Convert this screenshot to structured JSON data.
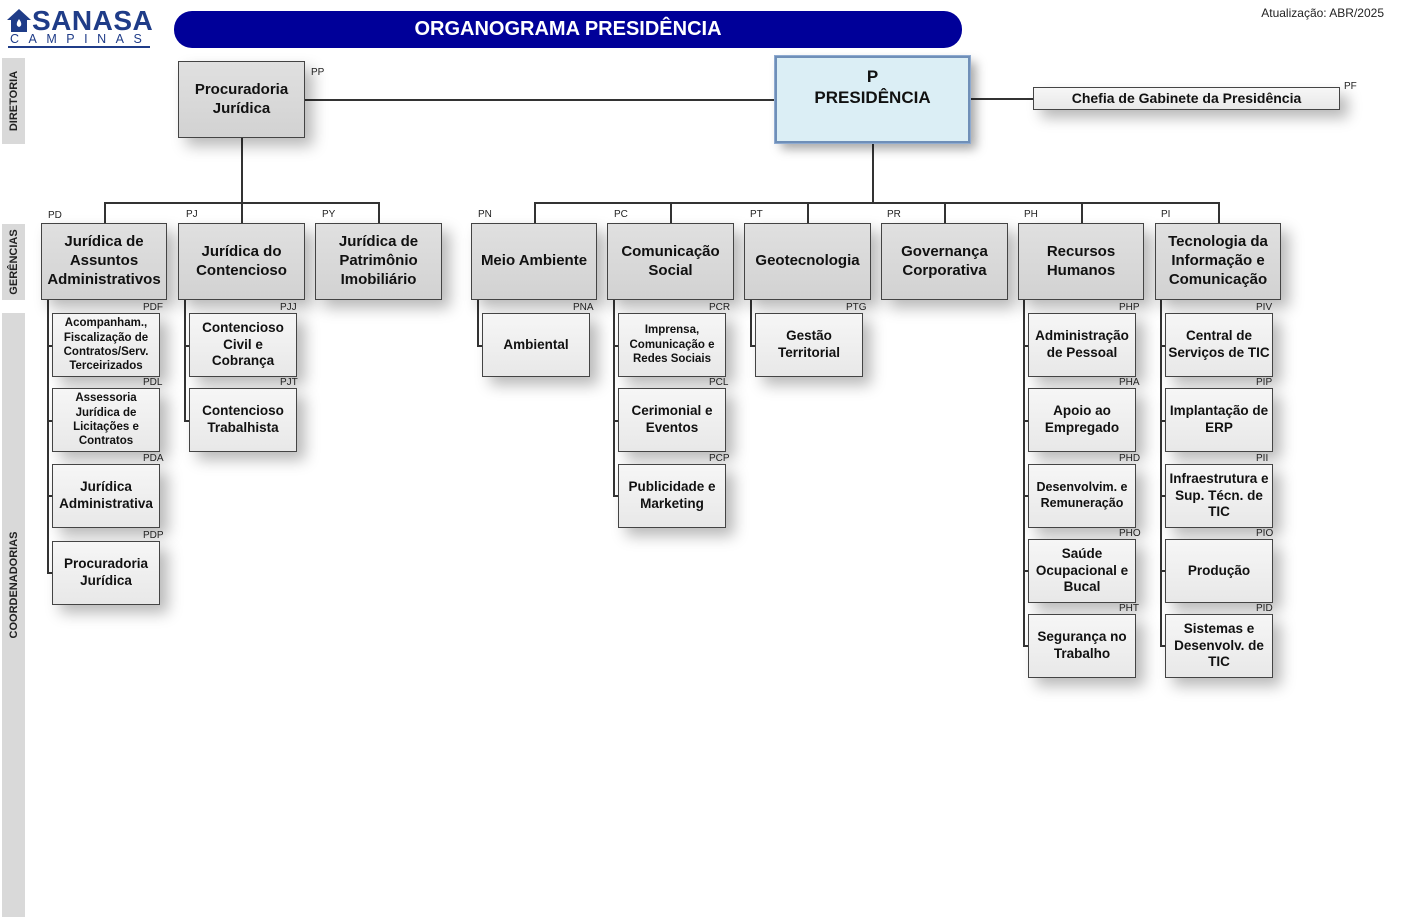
{
  "header": {
    "logo": {
      "name": "SANASA",
      "subtitle": "CAMPINAS",
      "color": "#1f3c88"
    },
    "title": "ORGANOGRAMA PRESIDÊNCIA",
    "title_bg": "#000099",
    "update": "Atualização: ABR/2025"
  },
  "levels": {
    "diretoria": "DIRETORIA",
    "gerencias": "GERÊNCIAS",
    "coordenadorias": "COORDENADORIAS"
  },
  "presidencia": {
    "code": "P",
    "name": "PRESIDÊNCIA"
  },
  "procuradoria": {
    "code": "PP",
    "name": "Procuradoria Jurídica"
  },
  "chefia": {
    "code": "PF",
    "name": "Chefia de Gabinete da Presidência"
  },
  "gerencias": [
    {
      "code": "PD",
      "name": "Jurídica de Assuntos Administrativos",
      "coords": [
        {
          "code": "PDF",
          "name": "Acompanham., Fiscalização de Contratos/Serv. Terceirizados"
        },
        {
          "code": "PDL",
          "name": "Assessoria Jurídica de Licitações e Contratos"
        },
        {
          "code": "PDA",
          "name": "Jurídica Administrativa"
        },
        {
          "code": "PDP",
          "name": "Procuradoria Jurídica"
        }
      ]
    },
    {
      "code": "PJ",
      "name": "Jurídica do Contencioso",
      "coords": [
        {
          "code": "PJJ",
          "name": "Contencioso Civil e Cobrança"
        },
        {
          "code": "PJT",
          "name": "Contencioso Trabalhista"
        }
      ]
    },
    {
      "code": "PY",
      "name": "Jurídica de Patrimônio Imobiliário",
      "coords": []
    },
    {
      "code": "PN",
      "name": "Meio Ambiente",
      "coords": [
        {
          "code": "PNA",
          "name": "Ambiental"
        }
      ]
    },
    {
      "code": "PC",
      "name": "Comunicação Social",
      "coords": [
        {
          "code": "PCR",
          "name": "Imprensa, Comunicação e Redes Sociais"
        },
        {
          "code": "PCL",
          "name": "Cerimonial e Eventos"
        },
        {
          "code": "PCP",
          "name": "Publicidade e Marketing"
        }
      ]
    },
    {
      "code": "PT",
      "name": "Geotecnologia",
      "coords": [
        {
          "code": "PTG",
          "name": "Gestão Territorial"
        }
      ]
    },
    {
      "code": "PR",
      "name": "Governança Corporativa",
      "coords": []
    },
    {
      "code": "PH",
      "name": "Recursos Humanos",
      "coords": [
        {
          "code": "PHP",
          "name": "Administração de Pessoal"
        },
        {
          "code": "PHA",
          "name": "Apoio ao Empregado"
        },
        {
          "code": "PHD",
          "name": "Desenvolvim. e Remuneração"
        },
        {
          "code": "PHO",
          "name": "Saúde Ocupacional e Bucal"
        },
        {
          "code": "PHT",
          "name": "Segurança no Trabalho"
        }
      ]
    },
    {
      "code": "PI",
      "name": "Tecnologia da Informação e Comunicação",
      "coords": [
        {
          "code": "PIV",
          "name": "Central de Serviços de TIC"
        },
        {
          "code": "PIP",
          "name": "Implantação de ERP"
        },
        {
          "code": "PII",
          "name": "Infraestrutura e Sup. Técn. de TIC"
        },
        {
          "code": "PIO",
          "name": "Produção"
        },
        {
          "code": "PID",
          "name": "Sistemas e Desenvolv. de TIC"
        }
      ]
    }
  ]
}
